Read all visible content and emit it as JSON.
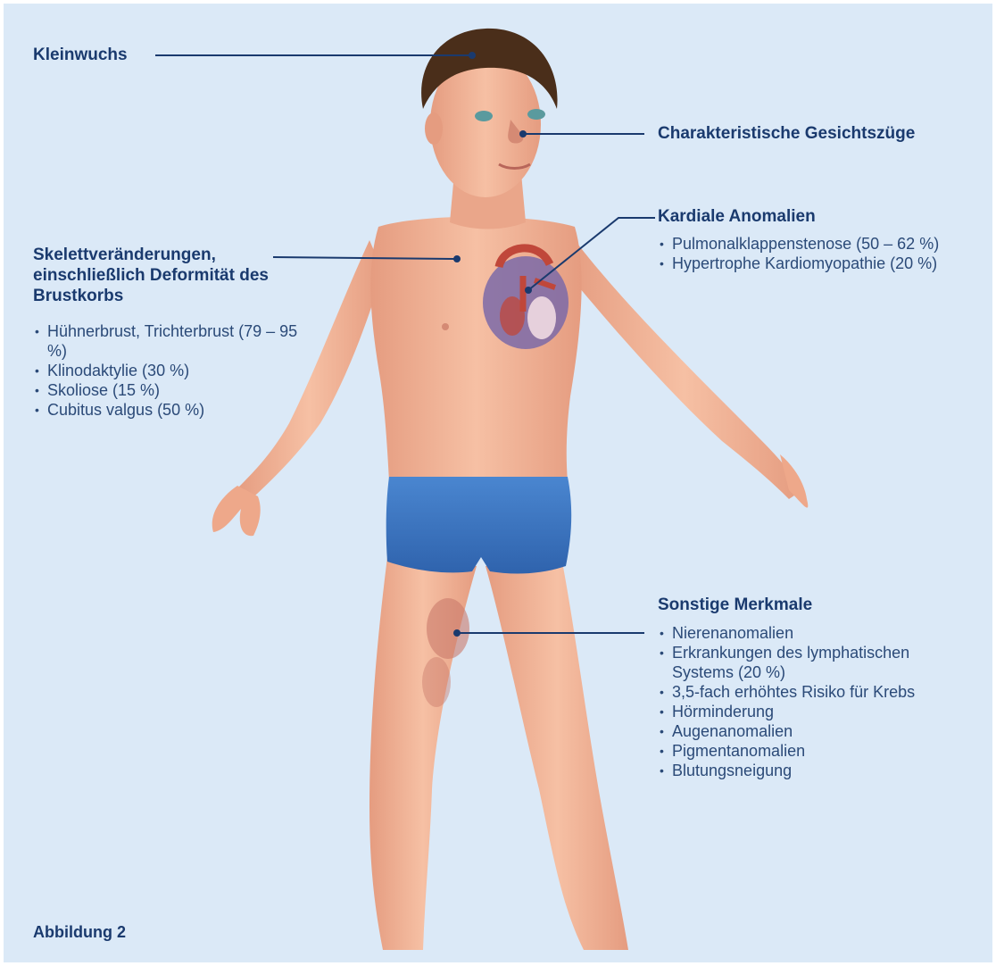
{
  "colors": {
    "background": "#dbe9f7",
    "title_text": "#1a3a6e",
    "body_text": "#2b4a78",
    "leader_line": "#1a3a6e",
    "skin": "#f0b196",
    "hair": "#4a2e1a",
    "shorts": "#3f78c4"
  },
  "labels": {
    "short_stature": {
      "title": "Kleinwuchs"
    },
    "facial_features": {
      "title": "Charakteristische Gesichtszüge"
    },
    "cardiac": {
      "title": "Kardiale Anomalien",
      "items": [
        "Pulmonalklappenstenose (50 – 62 %)",
        "Hypertrophe Kardiomyopathie (20 %)"
      ]
    },
    "skeletal": {
      "title": "Skelettveränderungen, einschließlich Deformität des Brustkorbs",
      "items": [
        "Hühnerbrust, Trichterbrust (79 – 95 %)",
        "Klinodaktylie (30 %)",
        "Skoliose (15 %)",
        "Cubitus valgus (50 %)"
      ]
    },
    "other": {
      "title": "Sonstige Merkmale",
      "items": [
        "Nierenanomalien",
        "Erkrankungen des lymphatischen Systems (20 %)",
        "3,5-fach erhöhtes Risiko für Krebs",
        "Hörminderung",
        "Augenanomalien",
        "Pigmentanomalien",
        "Blutungsneigung"
      ]
    }
  },
  "caption": "Abbildung 2"
}
